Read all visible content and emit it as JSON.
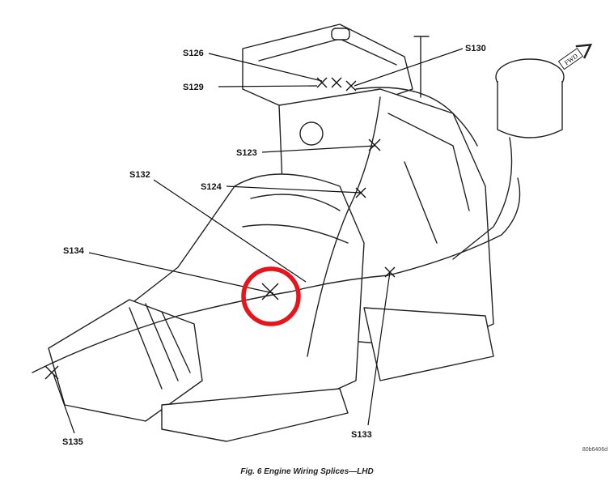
{
  "figure": {
    "caption": "Fig. 6 Engine Wiring Splices—LHD",
    "code": "80b6406d",
    "fwd_arrow_text": "FWD",
    "highlight_color": "#e8141b",
    "splices": [
      {
        "id": "S126"
      },
      {
        "id": "S130"
      },
      {
        "id": "S129"
      },
      {
        "id": "S123"
      },
      {
        "id": "S132"
      },
      {
        "id": "S124"
      },
      {
        "id": "S134"
      },
      {
        "id": "S135"
      },
      {
        "id": "S133"
      }
    ]
  }
}
